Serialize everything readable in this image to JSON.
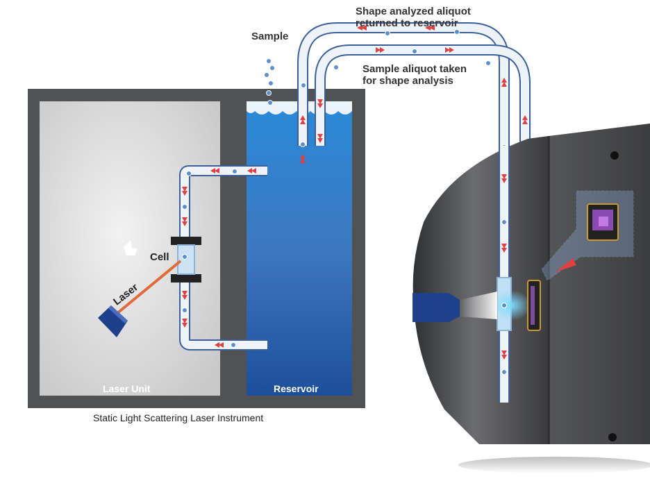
{
  "labels": {
    "sample": "Sample",
    "returned_line1": "Shape analyzed aliquot",
    "returned_line2": "returned to reservoir",
    "taken_line1": "Sample aliquot taken",
    "taken_line2": "for shape analysis",
    "cell": "Cell",
    "laser": "Laser",
    "laser_unit": "Laser Unit",
    "reservoir": "Reservoir",
    "instrument_caption": "Static Light Scattering Laser Instrument"
  },
  "colors": {
    "instrument_frame": "#505254",
    "laser_unit_panel": "#d8d8d8",
    "reservoir_blue": "#2f7cc4",
    "tube_outline": "#3a5f9a",
    "flow_arrow": "#e04040",
    "particle": "#5b8fd0",
    "device_body": "#4a4a4c",
    "laser_beam": "#e06a3a"
  }
}
